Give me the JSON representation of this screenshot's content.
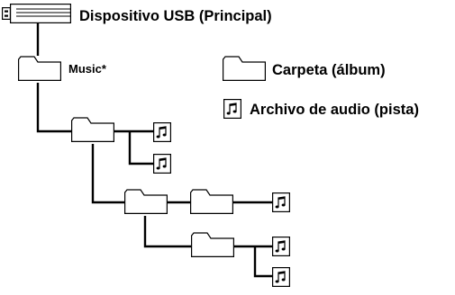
{
  "root": {
    "label": "Dispositivo USB (Principal)",
    "icon": "usb-drive-icon"
  },
  "music_folder": {
    "label": "Music*",
    "icon": "folder-icon"
  },
  "legend": {
    "folder": {
      "label": "Carpeta (álbum)",
      "icon": "folder-icon"
    },
    "audio": {
      "label": "Archivo de audio (pista)",
      "icon": "audio-file-icon"
    }
  }
}
